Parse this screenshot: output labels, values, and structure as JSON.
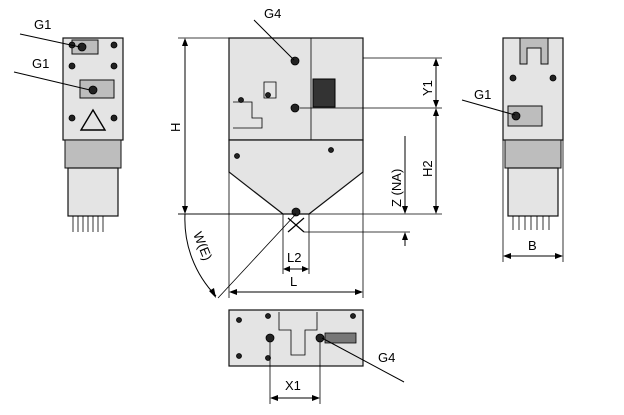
{
  "drawing": {
    "labels": {
      "g1_top": "G1",
      "g1_mid": "G1",
      "g4_top": "G4",
      "g1_right": "G1",
      "g4_bottom": "G4",
      "y1": "Y1",
      "h": "H",
      "h2": "H2",
      "z_na": "Z (NA)",
      "w_e": "W(E)",
      "l2": "L2",
      "l": "L",
      "b": "B",
      "x1": "X1"
    }
  }
}
